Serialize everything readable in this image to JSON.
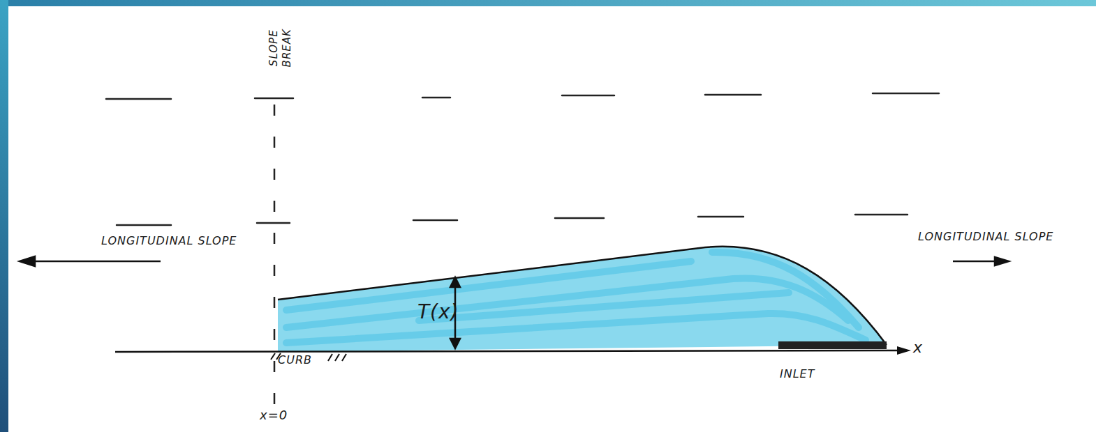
{
  "diagram": {
    "labels": [
      "SLOPE BREAK",
      "LONGITUDINAL SLOPE",
      "LONGITUDINAL SLOPE",
      "T(x)",
      "CURB",
      "INLET",
      "x",
      "x=0"
    ]
  }
}
